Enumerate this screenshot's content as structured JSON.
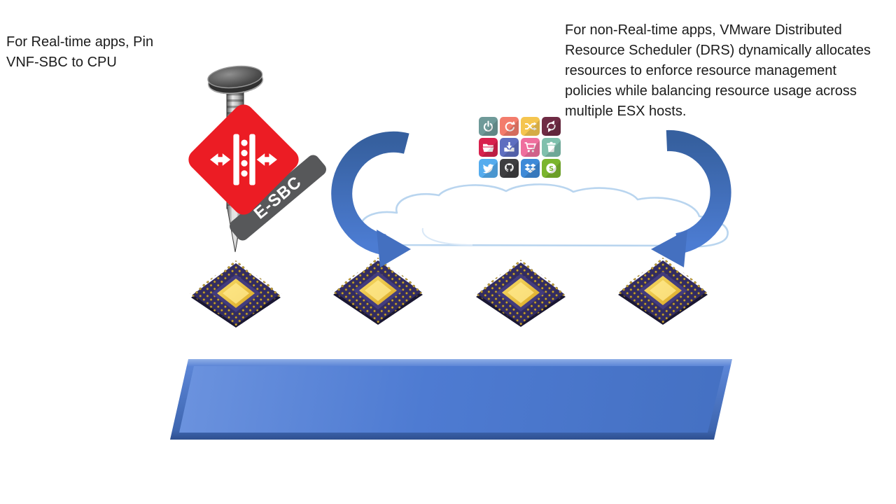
{
  "slide": {
    "caption_left": {
      "lines": [
        "For Real-time apps, Pin",
        "VNF-SBC to CPU"
      ]
    },
    "caption_right": {
      "lines": [
        "For non-Real-time apps, VMware Distributed",
        "Resource Scheduler (DRS) dynamically allocates",
        "resources to enforce resource management",
        "policies while balancing resource usage across",
        "multiple ESX hosts."
      ]
    },
    "esbc_badge": {
      "label": "E-SBC",
      "diamond_color": "#EC1C24",
      "ribbon_color": "#57585A"
    },
    "app_grid": {
      "tiles": [
        {
          "name": "power",
          "color": "#6F9A99"
        },
        {
          "name": "redo",
          "color": "#F37C6C"
        },
        {
          "name": "shuffle",
          "color": "#F5C54F"
        },
        {
          "name": "sync",
          "color": "#6F2B44"
        },
        {
          "name": "folder",
          "color": "#D8214D"
        },
        {
          "name": "download",
          "color": "#5E6EC0"
        },
        {
          "name": "cart",
          "color": "#EF6F9E"
        },
        {
          "name": "trash",
          "color": "#7FC0AD"
        },
        {
          "name": "twitter",
          "color": "#55ACEE"
        },
        {
          "name": "github",
          "color": "#3E3E40"
        },
        {
          "name": "dropbox",
          "color": "#3E8AD8"
        },
        {
          "name": "skype",
          "color": "#7BB52D"
        }
      ]
    },
    "colors": {
      "arrow_dark": "#36609F",
      "arrow_light": "#4C7CD2",
      "cloud_outline": "#B9D5EF",
      "bar_face": "#4E7BD2",
      "chip_body": "#322C63",
      "chip_die_light": "#F9DF6B",
      "chip_die_dark": "#D9A521",
      "nail_metal": "#9C9C9C"
    },
    "chips": {
      "count": 4
    }
  }
}
